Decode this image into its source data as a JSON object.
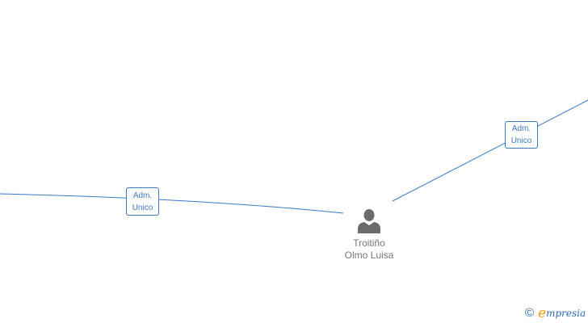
{
  "edges": [
    {
      "label_line1": "Adm.",
      "label_line2": "Unico"
    },
    {
      "label_line1": "Adm.",
      "label_line2": "Unico"
    }
  ],
  "person": {
    "name_line1": "Troitiño",
    "name_line2": "Olmo Luisa",
    "icon": "person-icon"
  },
  "footer": {
    "copyright_symbol": "©",
    "brand_initial": "e",
    "brand_rest": "mpresia"
  },
  "colors": {
    "edge": "#3a78c3",
    "node_icon": "#6b6b6b",
    "node_text": "#777777",
    "brand_accent": "#f39c12",
    "brand_main": "#2b6bb5"
  }
}
